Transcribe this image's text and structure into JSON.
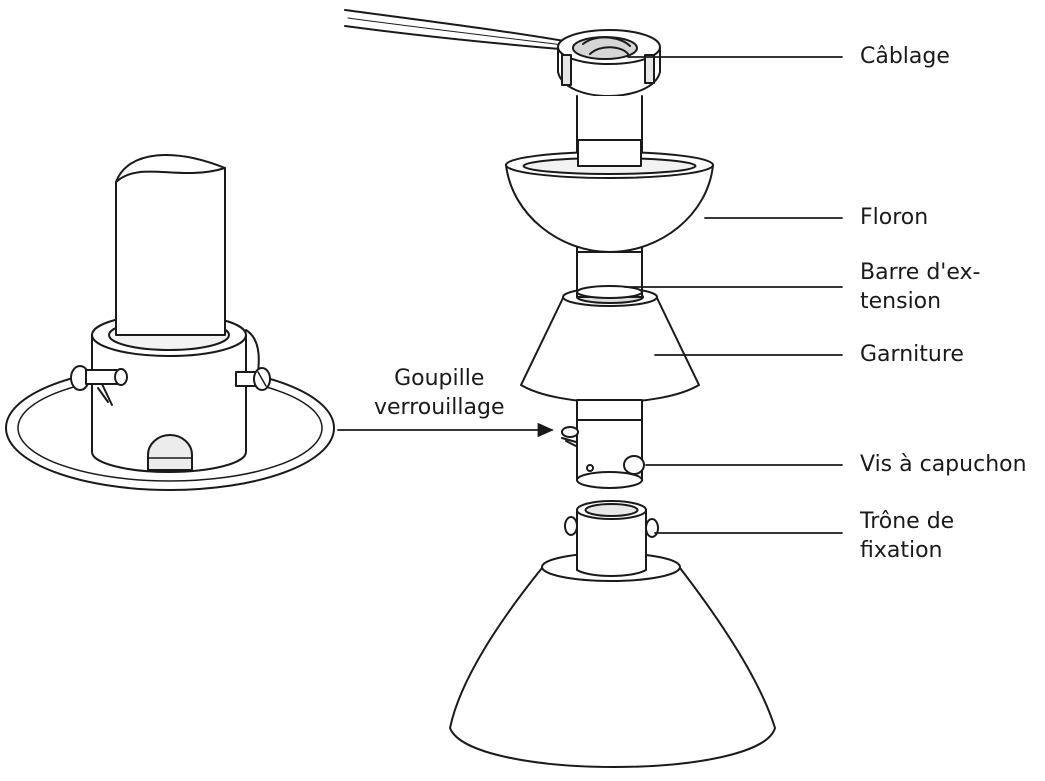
{
  "callouts": {
    "cablage": "Câblage",
    "floron": "Floron",
    "barre_line1": "Barre d'ex-",
    "barre_line2": "tension",
    "garniture": "Garniture",
    "goupille_line1": "Goupille",
    "goupille_line2": "verrouillage",
    "vis": "Vis à capuchon",
    "trone_line1": "Trône de",
    "trone_line2": "fixation"
  },
  "colors": {
    "line": "#1a1a1a",
    "fill": "#ffffff",
    "shade": "#d6d6d6"
  }
}
